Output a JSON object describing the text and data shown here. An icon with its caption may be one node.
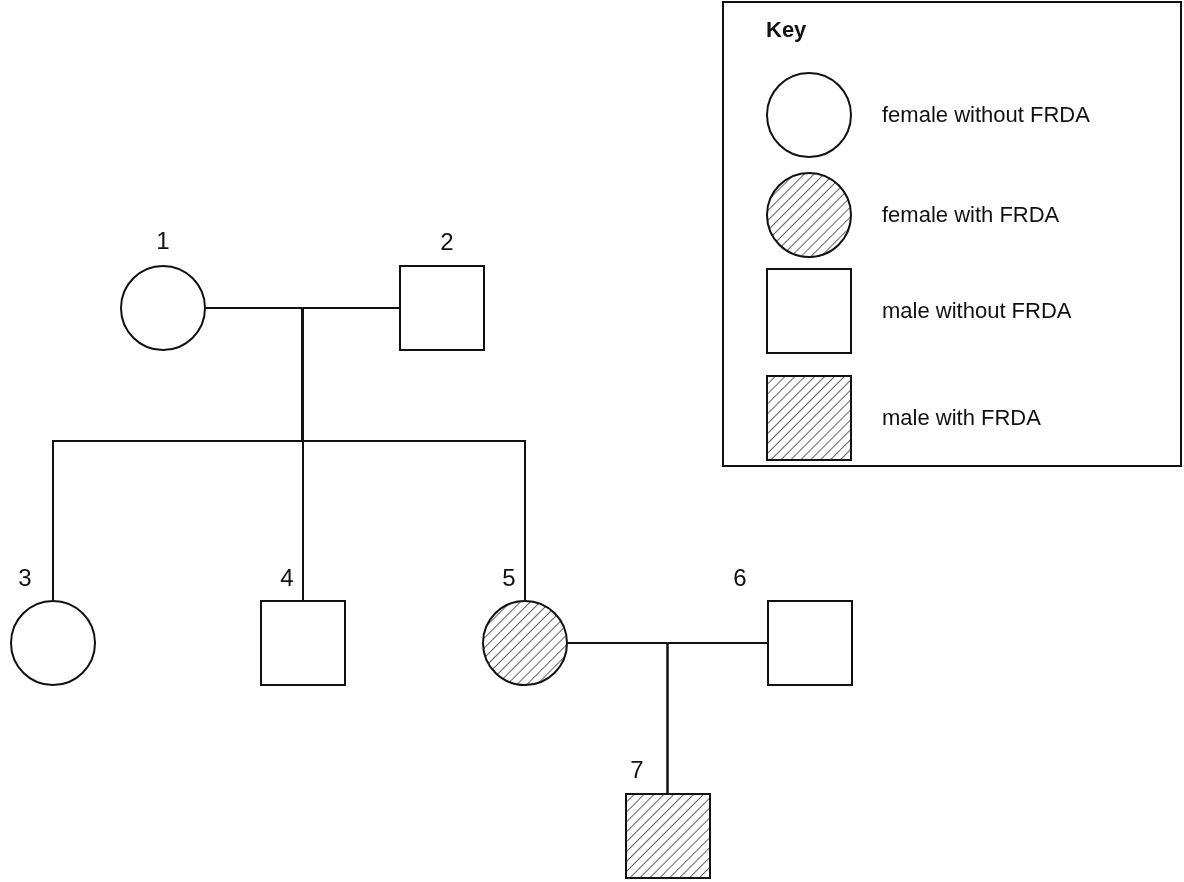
{
  "diagram": {
    "nodes": [
      {
        "text": [],
        "shape": "circle",
        "beside": [
          "1"
        ]
      },
      {
        "text": [],
        "shape": "box",
        "beside": [
          "2"
        ]
      },
      {
        "text": [],
        "shape": "circle",
        "beside": [
          "3"
        ]
      },
      {
        "text": [],
        "shape": "box",
        "beside": [
          "4"
        ]
      },
      {
        "text": [],
        "shape": "circle",
        "beside": [
          "5"
        ]
      },
      {
        "text": [],
        "shape": "box",
        "beside": [
          "6"
        ]
      },
      {
        "text": [],
        "shape": "box",
        "beside": [
          "7"
        ]
      }
    ],
    "edges": [
      {
        "from": 0,
        "to": 1,
        "arrow": "none"
      },
      {
        "from": 0,
        "to": 2,
        "arrow": "none"
      },
      {
        "from": 0,
        "to": 3,
        "arrow": "none"
      },
      {
        "from": 0,
        "to": 4,
        "arrow": "none"
      },
      {
        "from": 1,
        "to": 2,
        "arrow": "none"
      },
      {
        "from": 1,
        "to": 3,
        "arrow": "none"
      },
      {
        "from": 1,
        "to": 4,
        "arrow": "none"
      },
      {
        "from": 4,
        "to": 5,
        "arrow": "none"
      },
      {
        "from": 4,
        "to": 6,
        "arrow": "none"
      },
      {
        "from": 5,
        "to": 6,
        "arrow": "none"
      }
    ],
    "labels": [
      "Key"
    ],
    "legend": [
      {
        "text": "female without FRDA"
      },
      {
        "text": "female with FRDA"
      },
      {
        "text": "male without FRDA"
      },
      {
        "text": "male with FRDA"
      }
    ]
  }
}
